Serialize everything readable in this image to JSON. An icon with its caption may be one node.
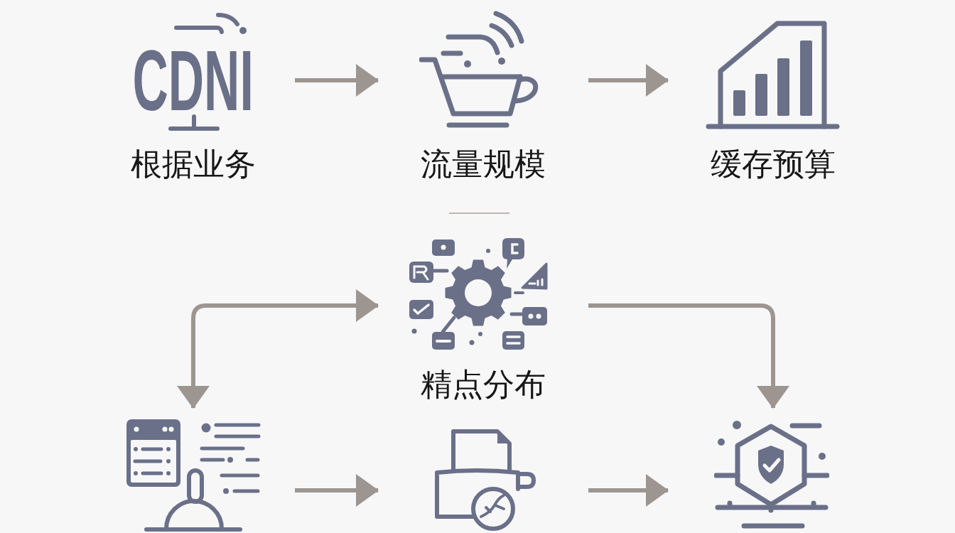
{
  "diagram": {
    "nodes": [
      {
        "text": [
          "CDNI",
          "根据业务"
        ]
      },
      {
        "text": [
          "流量规模"
        ]
      },
      {
        "text": [
          "缓存预算"
        ]
      },
      {
        "text": [
          "精点分布"
        ]
      },
      {
        "text": [],
        "shape": "picture"
      },
      {
        "text": [],
        "shape": "picture"
      },
      {
        "text": [],
        "shape": "picture"
      }
    ],
    "edges": [
      {
        "from": 0,
        "to": 1,
        "arrow": "to"
      },
      {
        "from": 1,
        "to": 2,
        "arrow": "to"
      },
      {
        "from": 3,
        "to": 4,
        "arrow": "both"
      },
      {
        "from": 3,
        "to": 6,
        "arrow": "to"
      },
      {
        "from": 4,
        "to": 5,
        "arrow": "to"
      },
      {
        "from": 5,
        "to": 6,
        "arrow": "to"
      }
    ]
  }
}
